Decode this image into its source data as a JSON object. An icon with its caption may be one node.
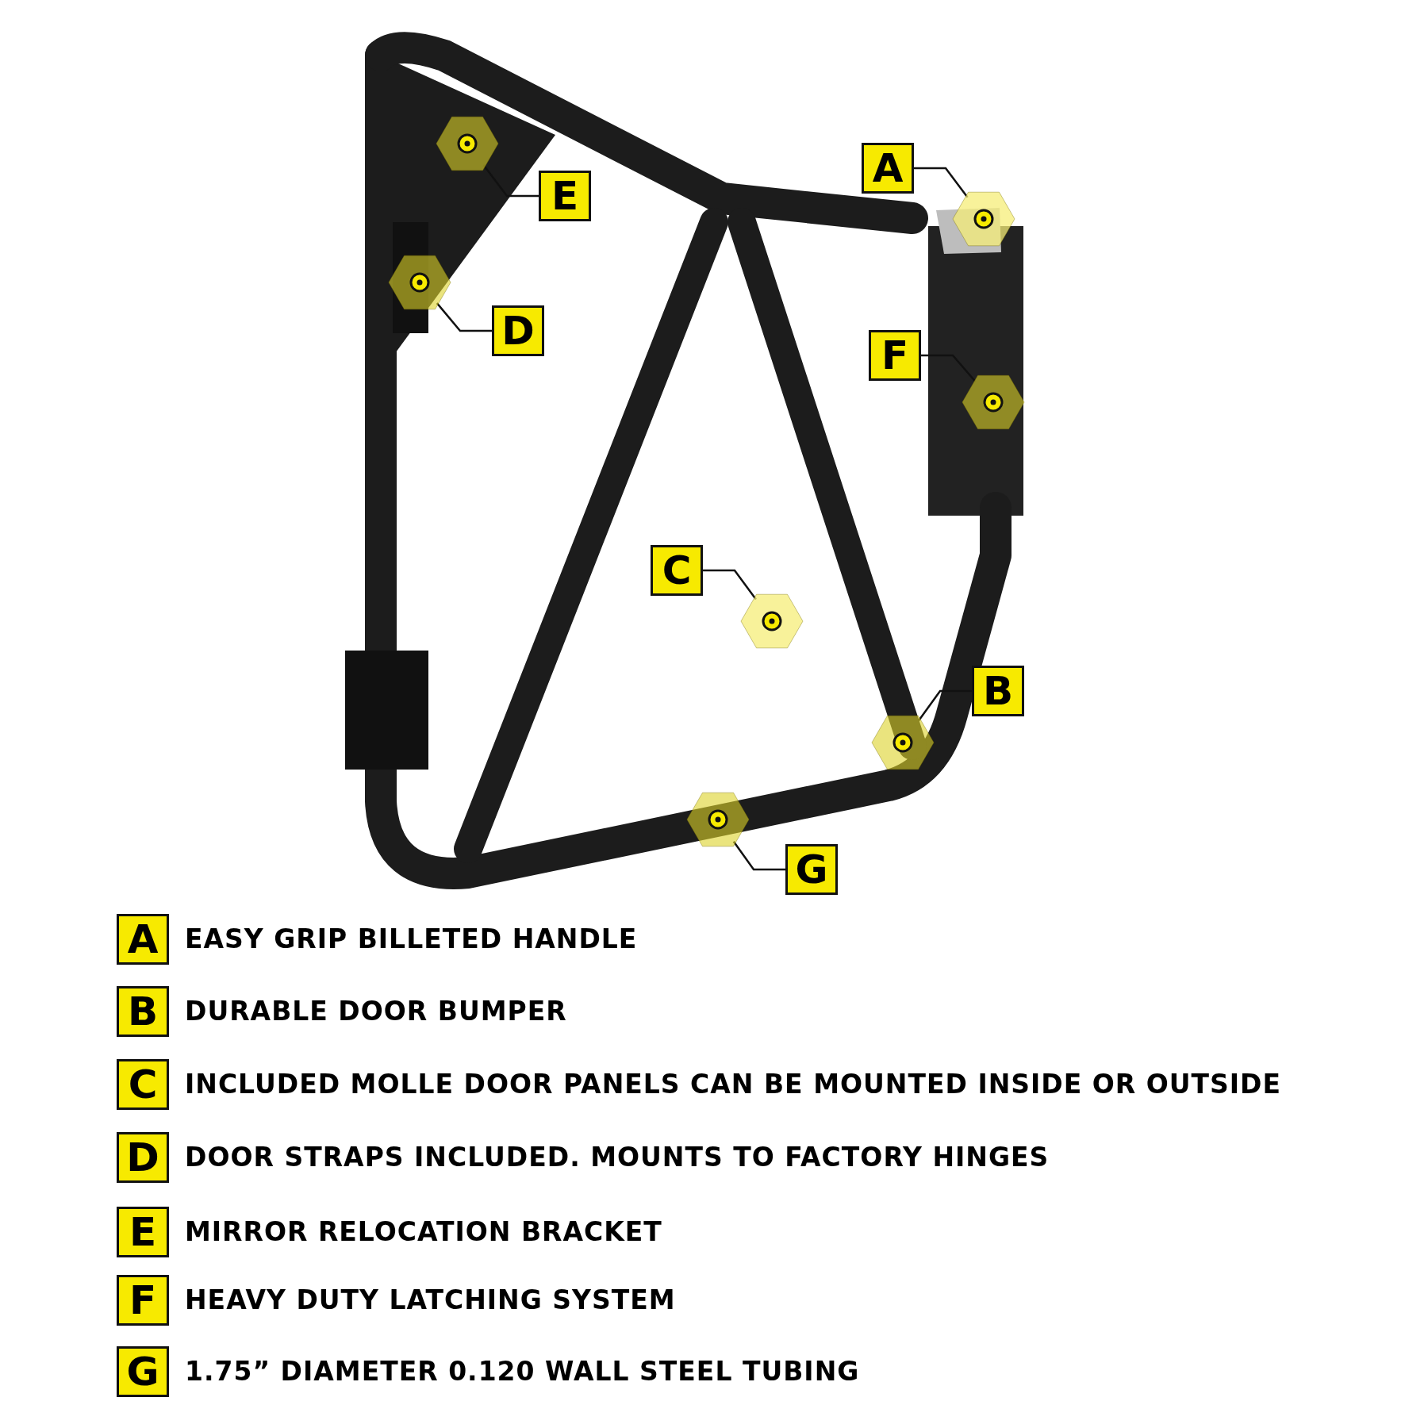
{
  "diagram": {
    "nodes": [
      {
        "text": [
          "A"
        ]
      },
      {
        "text": [],
        "shape": "hexagon"
      },
      {
        "text": [
          "E"
        ]
      },
      {
        "text": [],
        "shape": "hexagon"
      },
      {
        "text": [
          "D"
        ]
      },
      {
        "text": [],
        "shape": "hexagon"
      },
      {
        "text": [
          "F"
        ]
      },
      {
        "text": [],
        "shape": "hexagon"
      },
      {
        "text": [
          "C"
        ]
      },
      {
        "text": [],
        "shape": "hexagon"
      },
      {
        "text": [
          "B"
        ]
      },
      {
        "text": [],
        "shape": "hexagon"
      },
      {
        "text": [
          "G"
        ]
      },
      {
        "text": [],
        "shape": "hexagon"
      },
      {
        "text": [
          "A"
        ],
        "beside": [
          "EASY GRIP BILLETED HANDLE"
        ]
      },
      {
        "text": [
          "B"
        ],
        "beside": [
          "DURABLE DOOR BUMPER"
        ]
      },
      {
        "text": [
          "C"
        ],
        "beside": [
          "INCLUDED MOLLE DOOR PANELS CAN BE MOUNTED INSIDE OR OUTSIDE"
        ]
      },
      {
        "text": [
          "D"
        ],
        "beside": [
          "DOOR STRAPS INCLUDED. MOUNTS TO FACTORY HINGES"
        ]
      },
      {
        "text": [
          "E"
        ],
        "beside": [
          "MIRROR RELOCATION BRACKET"
        ]
      },
      {
        "text": [
          "F"
        ],
        "beside": [
          "HEAVY DUTY LATCHING SYSTEM"
        ]
      },
      {
        "text": [
          "G"
        ],
        "beside": [
          "1.75” DIAMETER 0.120 WALL STEEL TUBING"
        ]
      }
    ],
    "edges": [
      {
        "from": 0,
        "to": 1,
        "arrow": "none"
      },
      {
        "from": 2,
        "to": 3,
        "arrow": "none"
      },
      {
        "from": 4,
        "to": 5,
        "arrow": "none"
      },
      {
        "from": 6,
        "to": 7,
        "arrow": "none"
      },
      {
        "from": 8,
        "to": 9,
        "arrow": "none"
      },
      {
        "from": 10,
        "to": 11,
        "arrow": "none"
      },
      {
        "from": 12,
        "to": 13,
        "arrow": "none"
      }
    ]
  }
}
